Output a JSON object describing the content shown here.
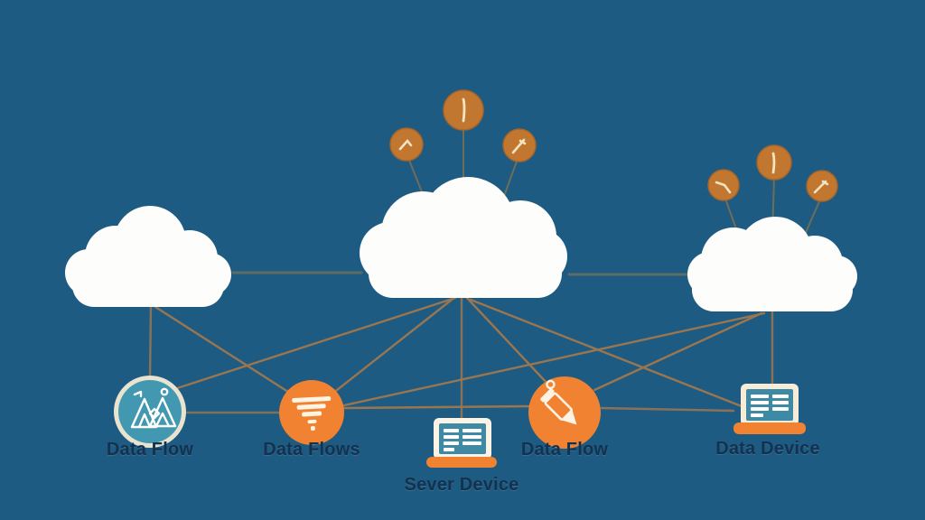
{
  "palette": {
    "background": "#1e5b82",
    "cloud_white": "#fdfdfb",
    "accent_orange": "#f08232",
    "muted_orange": "#c1772f",
    "teal": "#4198b0",
    "cream": "#f6edd8",
    "line_tan": "#9a7650",
    "line_gray": "#5f6c63",
    "label_navy": "#14314e"
  },
  "clouds": [
    {
      "id": "cloud-left",
      "satellite_count": 0
    },
    {
      "id": "cloud-center",
      "satellite_count": 3
    },
    {
      "id": "cloud-right",
      "satellite_count": 3
    }
  ],
  "nodes": [
    {
      "id": "node-data-flow-camp",
      "label": "Data Flow",
      "icon": "tents-icon",
      "shape": "teal-circle"
    },
    {
      "id": "node-data-flows-funnel",
      "label": "Data Flows",
      "icon": "funnel-icon",
      "shape": "orange-circle"
    },
    {
      "id": "node-sever-device",
      "label": "Sever Device",
      "icon": "laptop-icon",
      "shape": "laptop"
    },
    {
      "id": "node-data-flow-pen",
      "label": "Data Flow",
      "icon": "pen-icon",
      "shape": "orange-circle"
    },
    {
      "id": "node-data-device",
      "label": "Data Device",
      "icon": "laptop-icon",
      "shape": "laptop"
    }
  ],
  "edges": [
    {
      "from": "cloud-left",
      "to": "cloud-center"
    },
    {
      "from": "cloud-center",
      "to": "cloud-right"
    },
    {
      "from": "cloud-left",
      "to": "node-data-flow-camp"
    },
    {
      "from": "cloud-left",
      "to": "node-data-flows-funnel"
    },
    {
      "from": "node-data-flow-camp",
      "to": "cloud-center"
    },
    {
      "from": "cloud-center",
      "to": "node-sever-device"
    },
    {
      "from": "cloud-center",
      "to": "node-data-flows-funnel"
    },
    {
      "from": "cloud-center",
      "to": "node-data-flow-pen"
    },
    {
      "from": "cloud-center",
      "to": "node-data-device"
    },
    {
      "from": "cloud-right",
      "to": "node-data-device"
    },
    {
      "from": "cloud-right",
      "to": "node-data-flows-funnel"
    },
    {
      "from": "cloud-right",
      "to": "node-data-flow-pen"
    },
    {
      "from": "node-data-flow-camp",
      "to": "node-data-flows-funnel"
    },
    {
      "from": "node-data-flows-funnel",
      "to": "node-data-flow-pen"
    },
    {
      "from": "node-data-flow-pen",
      "to": "node-data-device"
    }
  ]
}
